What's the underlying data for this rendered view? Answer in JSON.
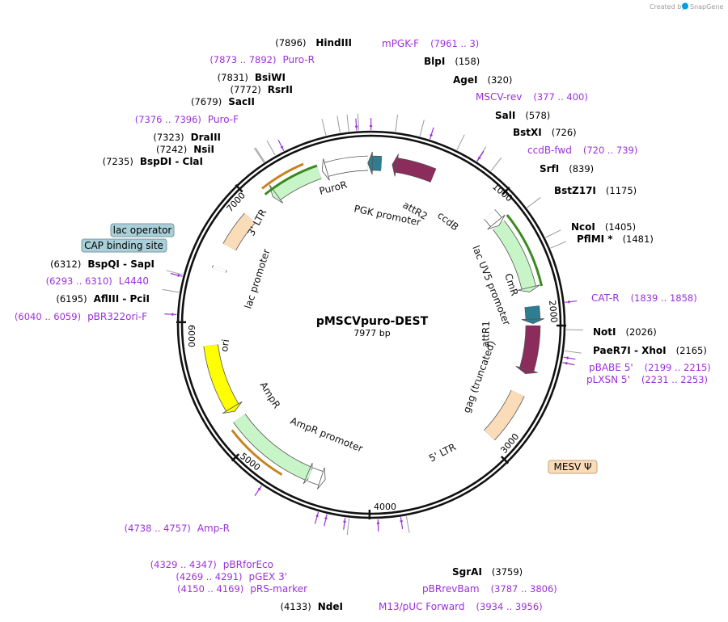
{
  "title": "pMSCVpuro-DEST",
  "length_text": "7977 bp",
  "total_bp": 7977,
  "credit": {
    "created_by": "Created by",
    "brand": "SnapGene"
  },
  "ticks": [
    {
      "bp": 1000,
      "label": "1000"
    },
    {
      "bp": 2000,
      "label": "2000"
    },
    {
      "bp": 3000,
      "label": "3000"
    },
    {
      "bp": 4000,
      "label": "4000"
    },
    {
      "bp": 5000,
      "label": "5000"
    },
    {
      "bp": 6000,
      "label": "6000"
    },
    {
      "bp": 7000,
      "label": "7000"
    }
  ],
  "enzymes": [
    {
      "name": "HindIII",
      "pos": "(7896)",
      "bp": 7896,
      "side": "left"
    },
    {
      "name": "BlpI",
      "pos": "(158)",
      "bp": 158,
      "side": "right"
    },
    {
      "name": "AgeI",
      "pos": "(320)",
      "bp": 320,
      "side": "right"
    },
    {
      "name": "BsiWI",
      "pos": "(7831)",
      "bp": 7831,
      "side": "left"
    },
    {
      "name": "RsrII",
      "pos": "(7772)",
      "bp": 7772,
      "side": "left"
    },
    {
      "name": "SacII",
      "pos": "(7679)",
      "bp": 7679,
      "side": "left"
    },
    {
      "name": "SalI",
      "pos": "(578)",
      "bp": 578,
      "side": "right"
    },
    {
      "name": "BstXI",
      "pos": "(726)",
      "bp": 726,
      "side": "right"
    },
    {
      "name": "DraIII",
      "pos": "(7323)",
      "bp": 7323,
      "side": "left"
    },
    {
      "name": "NsiI",
      "pos": "(7242)",
      "bp": 7242,
      "side": "left"
    },
    {
      "name": "BspDI - ClaI",
      "pos": "(7235)",
      "bp": 7235,
      "side": "left"
    },
    {
      "name": "SrfI",
      "pos": "(839)",
      "bp": 839,
      "side": "right"
    },
    {
      "name": "BstZ17I",
      "pos": "(1175)",
      "bp": 1175,
      "side": "right"
    },
    {
      "name": "NcoI",
      "pos": "(1405)",
      "bp": 1405,
      "side": "right"
    },
    {
      "name": "PflMI *",
      "pos": "(1481)",
      "bp": 1481,
      "side": "right"
    },
    {
      "name": "BspQI - SapI",
      "pos": "(6312)",
      "bp": 6312,
      "side": "left"
    },
    {
      "name": "AflIII - PciI",
      "pos": "(6195)",
      "bp": 6195,
      "side": "left"
    },
    {
      "name": "NotI",
      "pos": "(2026)",
      "bp": 2026,
      "side": "right"
    },
    {
      "name": "PaeR7I - XhoI",
      "pos": "(2165)",
      "bp": 2165,
      "side": "right"
    },
    {
      "name": "SgrAI",
      "pos": "(3759)",
      "bp": 3759,
      "side": "right"
    },
    {
      "name": "NdeI",
      "pos": "(4133)",
      "bp": 4133,
      "side": "left"
    }
  ],
  "primers": [
    {
      "name": "mPGK-F",
      "pos": "(7961 .. 3)",
      "bp": 7975
    },
    {
      "name": "Puro-R",
      "pos": "(7873 .. 7892)",
      "bp": 7882
    },
    {
      "name": "MSCV-rev",
      "pos": "(377 .. 400)",
      "bp": 388
    },
    {
      "name": "Puro-F",
      "pos": "(7376 .. 7396)",
      "bp": 7386
    },
    {
      "name": "ccdB-fwd",
      "pos": "(720 .. 739)",
      "bp": 729
    },
    {
      "name": "L4440",
      "pos": "(6293 .. 6310)",
      "bp": 6301
    },
    {
      "name": "pBR322ori-F",
      "pos": "(6040 .. 6059)",
      "bp": 6049
    },
    {
      "name": "CAT-R",
      "pos": "(1839 .. 1858)",
      "bp": 1848
    },
    {
      "name": "pBABE 5'",
      "pos": "(2199 .. 2215)",
      "bp": 2207
    },
    {
      "name": "pLXSN 5'",
      "pos": "(2231 .. 2253)",
      "bp": 2242
    },
    {
      "name": "Amp-R",
      "pos": "(4738 .. 4757)",
      "bp": 4747
    },
    {
      "name": "pBRforEco",
      "pos": "(4329 .. 4347)",
      "bp": 4338
    },
    {
      "name": "pGEX 3'",
      "pos": "(4269 .. 4291)",
      "bp": 4280
    },
    {
      "name": "pRS-marker",
      "pos": "(4150 .. 4169)",
      "bp": 4159
    },
    {
      "name": "pBRrevBam",
      "pos": "(3787 .. 3806)",
      "bp": 3796
    },
    {
      "name": "M13/pUC Forward",
      "pos": "(3934 .. 3956)",
      "bp": 3945
    }
  ],
  "boxed_features": [
    {
      "name": "lac operator",
      "color": "#a9cfd9"
    },
    {
      "name": "CAP binding site",
      "color": "#a9cfd9"
    },
    {
      "name": "MESV Ψ",
      "color": "#fbdcb9"
    }
  ],
  "features": [
    {
      "name": "PuroR",
      "color": "#c8f5c8"
    },
    {
      "name": "PGK promoter",
      "color": "#ffffff"
    },
    {
      "name": "attR2",
      "color": "#2e7d91"
    },
    {
      "name": "ccdB",
      "color": "#8b2c5c"
    },
    {
      "name": "CmR",
      "color": "#c8f5c8"
    },
    {
      "name": "lac UV5 promoter",
      "color": "#ffffff"
    },
    {
      "name": "attR1",
      "color": "#2e7d91"
    },
    {
      "name": "gag (truncated)",
      "color": "#8b2c5c"
    },
    {
      "name": "5' LTR",
      "color": "#fbdcb9"
    },
    {
      "name": "3' LTR",
      "color": "#fbdcb9"
    },
    {
      "name": "lac promoter",
      "color": "#ffffff"
    },
    {
      "name": "ori",
      "color": "#ffff00"
    },
    {
      "name": "AmpR",
      "color": "#c8f5c8"
    },
    {
      "name": "AmpR promoter",
      "color": "#ffffff"
    }
  ],
  "colors": {
    "enzyme_line": "#9a9a9a",
    "primer_line": "#9b30d9",
    "backbone": "#111111"
  }
}
